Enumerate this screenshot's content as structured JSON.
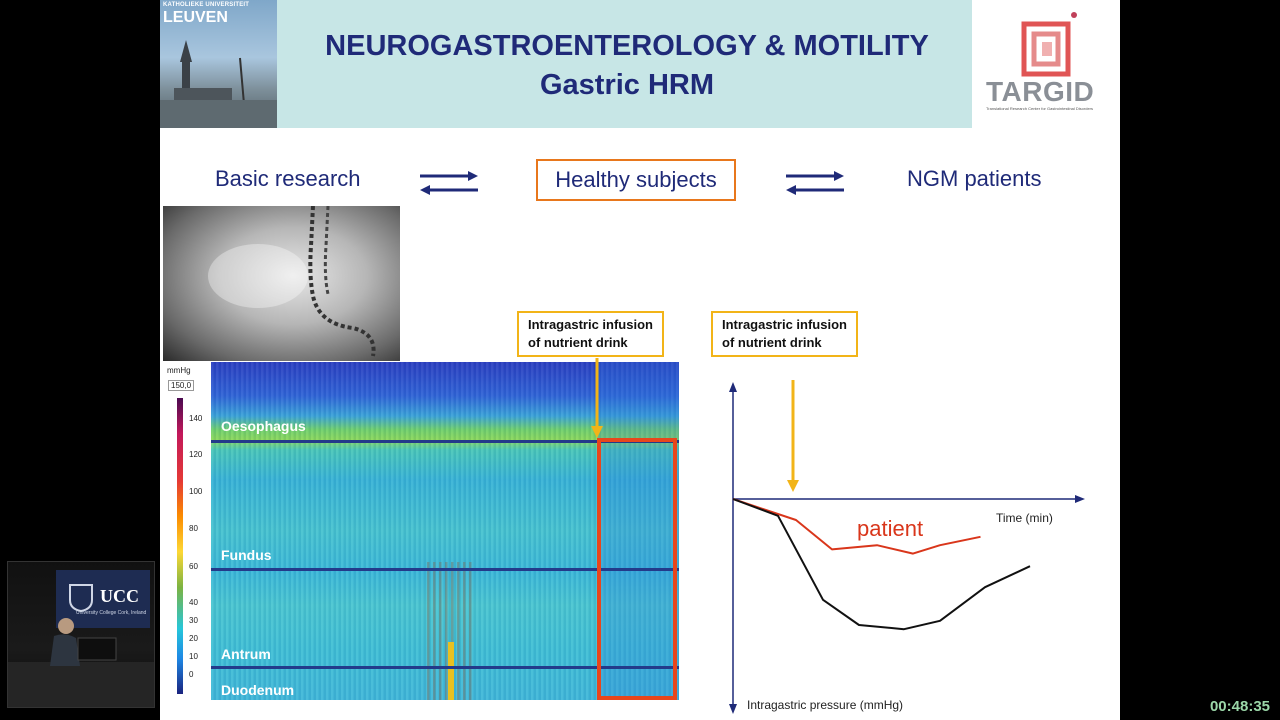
{
  "header": {
    "university_line": "KATHOLIEKE UNIVERSITEIT",
    "university_city": "LEUVEN",
    "title_line1": "NEUROGASTROENTEROLOGY & MOTILITY",
    "title_line2": "Gastric HRM",
    "targid_name": "TARGID",
    "targid_sub": "Translational Research Center for Gastrointestinal Disorders"
  },
  "flow": {
    "left": "Basic research",
    "center": "Healthy subjects",
    "right": "NGM patients"
  },
  "hrm": {
    "unit": "mmHg",
    "max_value": "150,0",
    "scale_ticks": [
      "140",
      "120",
      "100",
      "80",
      "60",
      "40",
      "30",
      "20",
      "10",
      "0"
    ],
    "regions": [
      "Oesophagus",
      "Fundus",
      "Antrum",
      "Duodenum"
    ]
  },
  "annotations": {
    "infusion_line1": "Intragastric infusion",
    "infusion_line2": "of nutrient drink"
  },
  "chart_data": {
    "type": "line",
    "xlabel": "Time (min)",
    "ylabel": "Intragastric pressure (mmHg)",
    "series": [
      {
        "name": "patient",
        "color": "#d9361b",
        "points": [
          [
            0,
            0
          ],
          [
            0.14,
            -0.5
          ],
          [
            0.22,
            -1.2
          ],
          [
            0.32,
            -1.1
          ],
          [
            0.4,
            -1.3
          ],
          [
            0.46,
            -1.1
          ],
          [
            0.55,
            -0.9
          ]
        ]
      },
      {
        "name": "",
        "color": "#111111",
        "points": [
          [
            0,
            0
          ],
          [
            0.1,
            -0.4
          ],
          [
            0.2,
            -2.4
          ],
          [
            0.28,
            -3.0
          ],
          [
            0.38,
            -3.1
          ],
          [
            0.46,
            -2.9
          ],
          [
            0.56,
            -2.1
          ],
          [
            0.66,
            -1.6
          ]
        ]
      }
    ],
    "colors": {
      "accent": "#1f2a78",
      "highlight": "#e8771c",
      "annotation": "#f2b418",
      "patient": "#d9361b"
    }
  },
  "overlay": {
    "ucc_logo": "UCC",
    "ucc_text": "University College Cork, Ireland",
    "timer": "00:48:35"
  }
}
